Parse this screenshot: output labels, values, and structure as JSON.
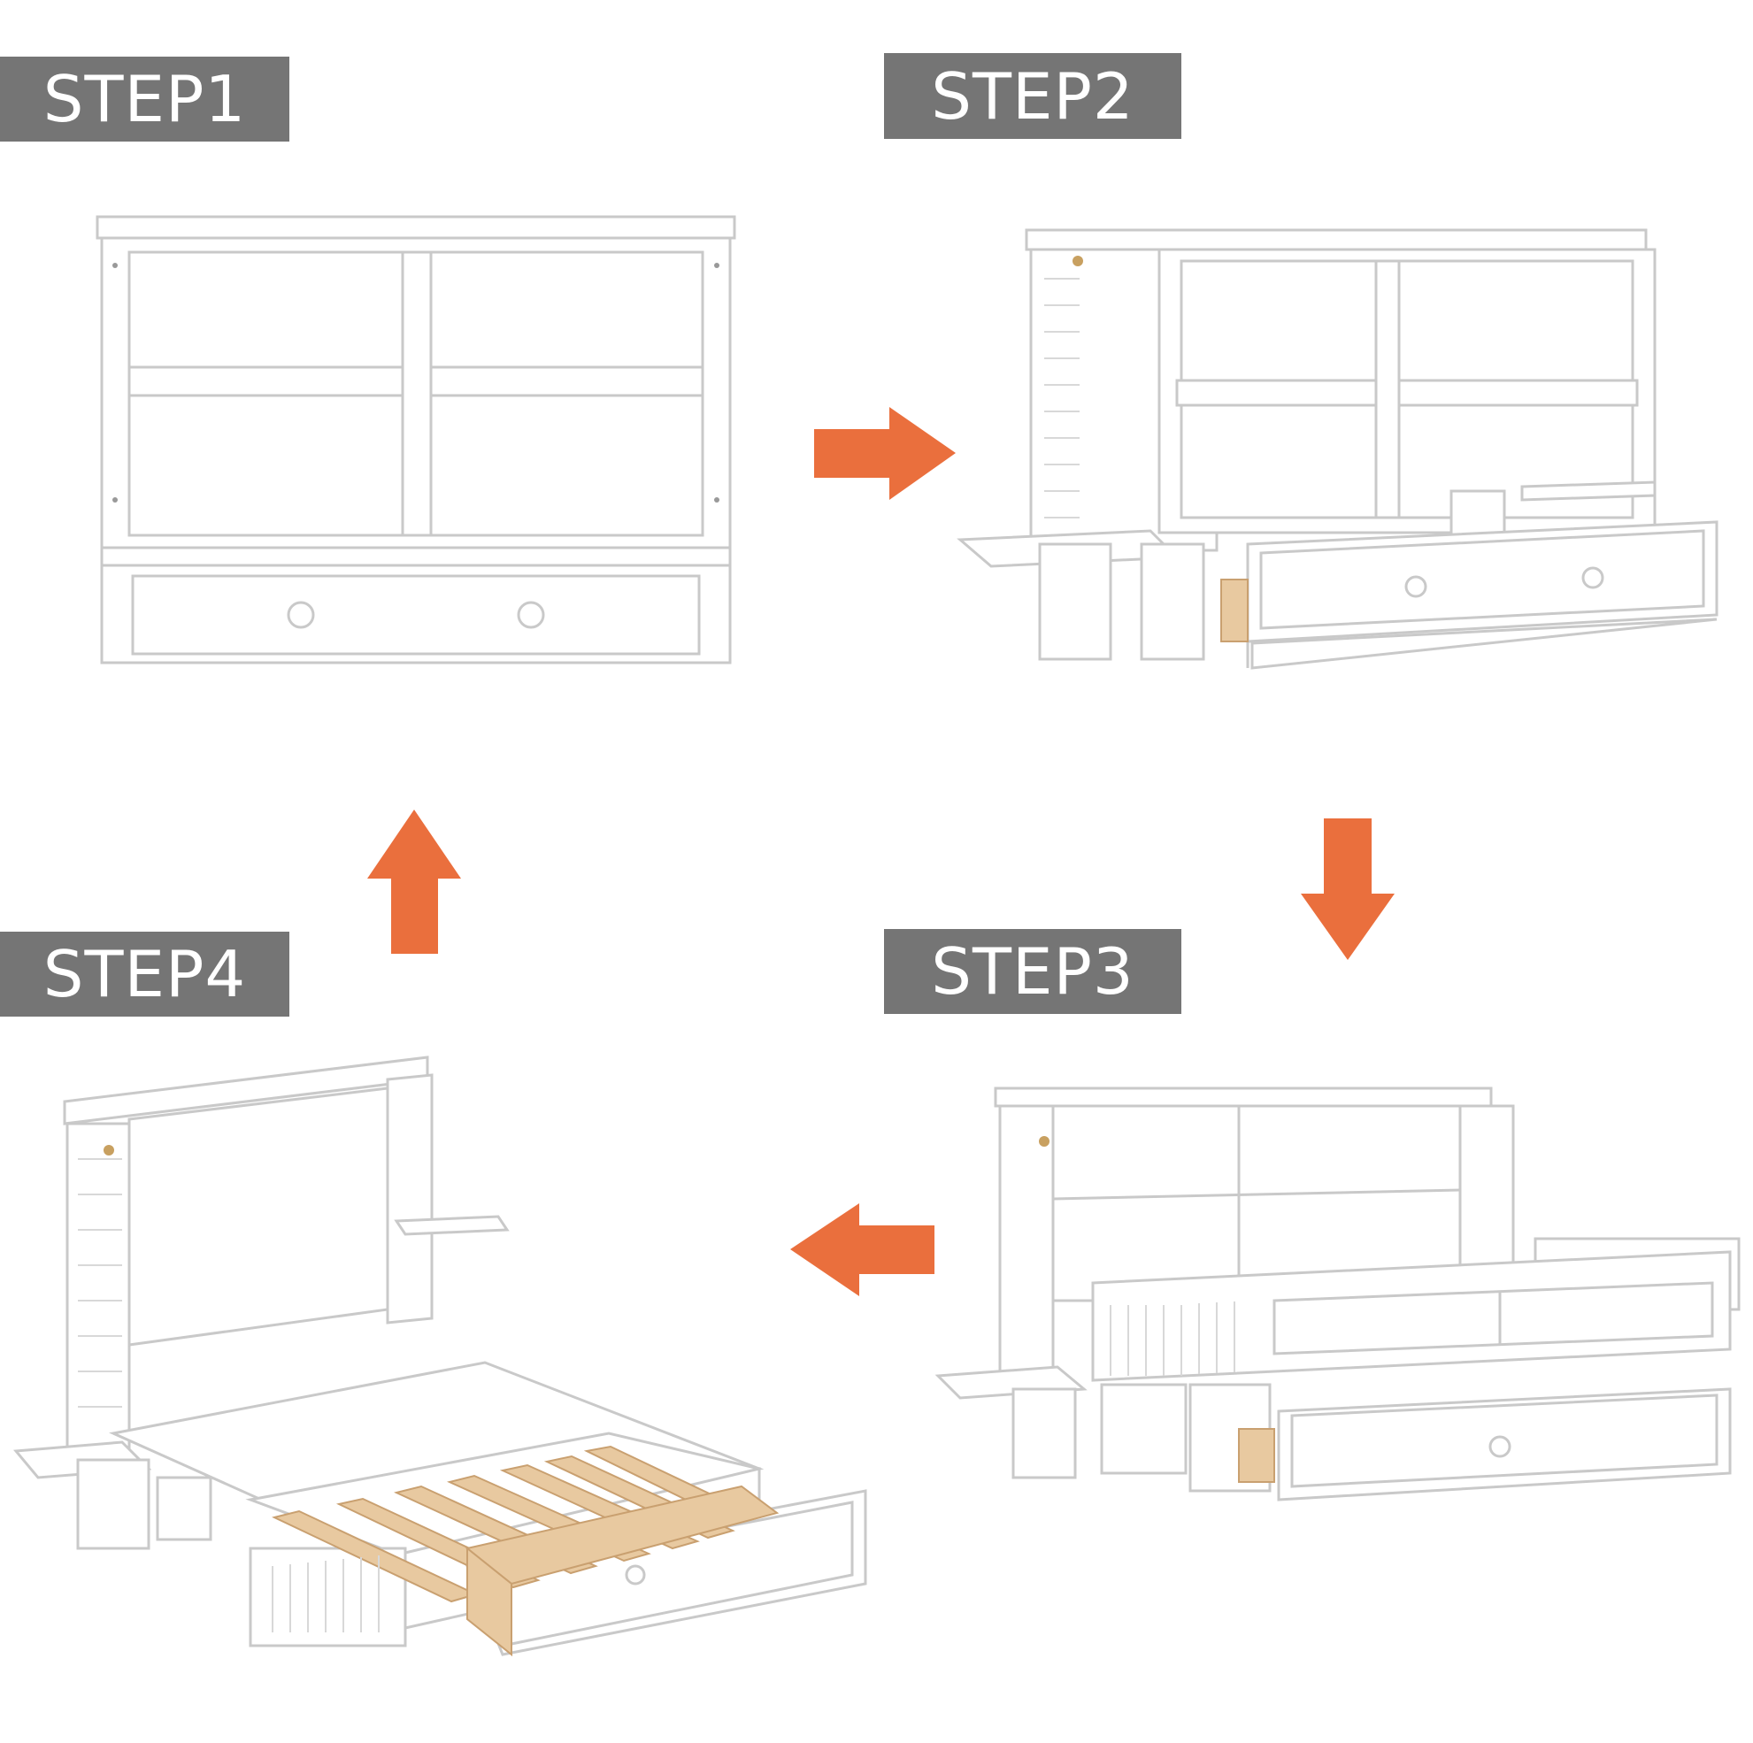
{
  "steps": [
    {
      "label": "STEP1"
    },
    {
      "label": "STEP2"
    },
    {
      "label": "STEP3"
    },
    {
      "label": "STEP4"
    }
  ],
  "colors": {
    "label_bg": "#757575",
    "label_text": "#ffffff",
    "arrow": "#ea6f3d",
    "furniture": "#ffffff",
    "furniture_edge": "#c9c9c9",
    "wood": "#e8c9a0"
  },
  "arrows": [
    {
      "direction": "right",
      "from": "STEP1",
      "to": "STEP2"
    },
    {
      "direction": "down",
      "from": "STEP2",
      "to": "STEP3"
    },
    {
      "direction": "left",
      "from": "STEP3",
      "to": "STEP4"
    },
    {
      "direction": "up",
      "from": "STEP4",
      "to": "STEP1"
    }
  ]
}
